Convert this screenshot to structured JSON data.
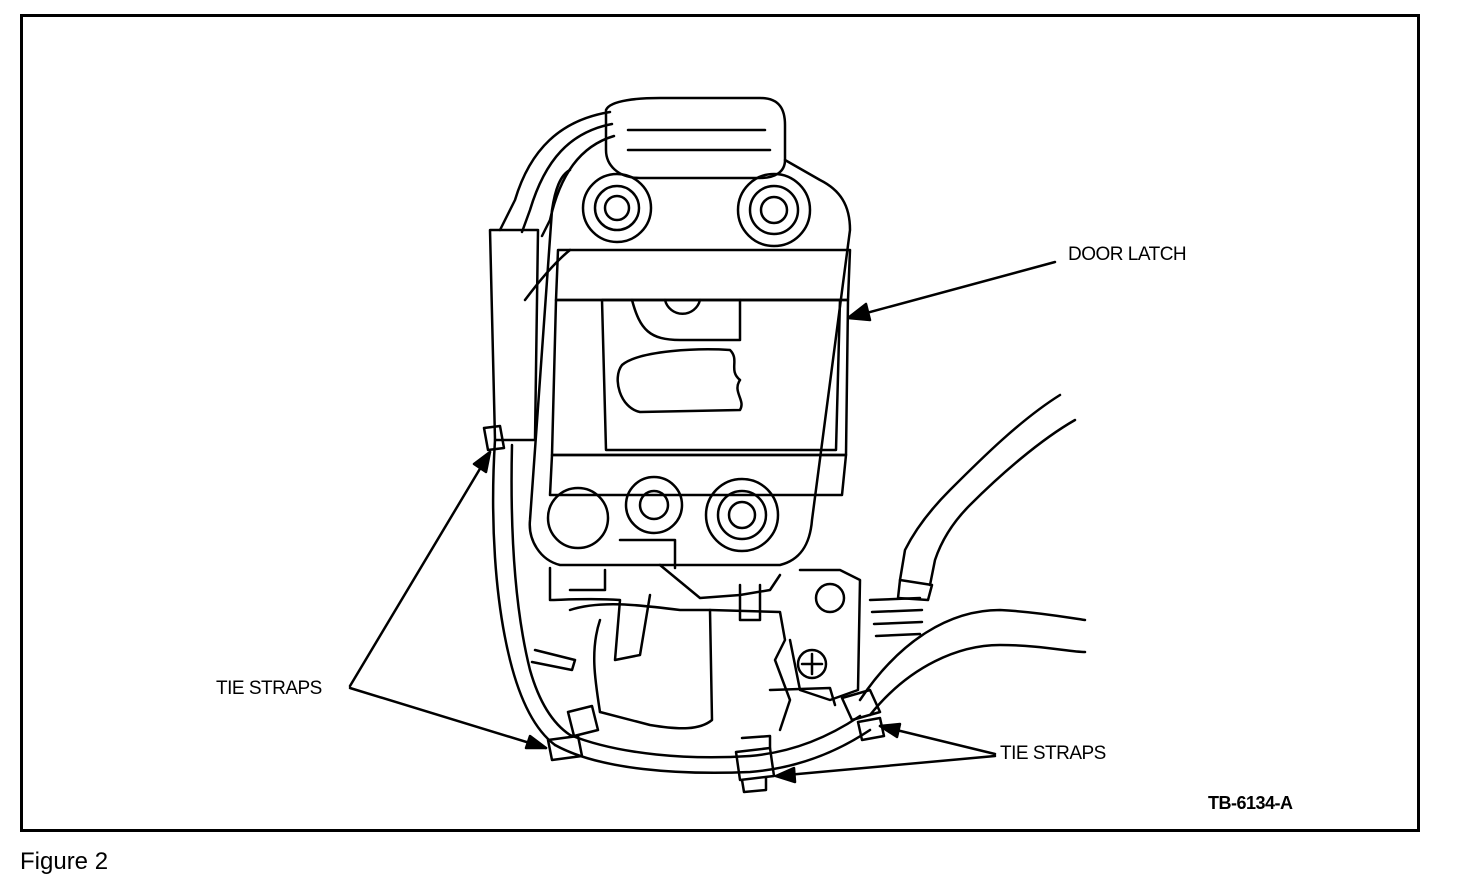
{
  "figure": {
    "callouts": {
      "door_latch": "DOOR LATCH",
      "tie_straps_left": "TIE STRAPS",
      "tie_straps_right": "TIE STRAPS"
    },
    "code": "TB-6134-A",
    "caption": "Figure 2"
  }
}
